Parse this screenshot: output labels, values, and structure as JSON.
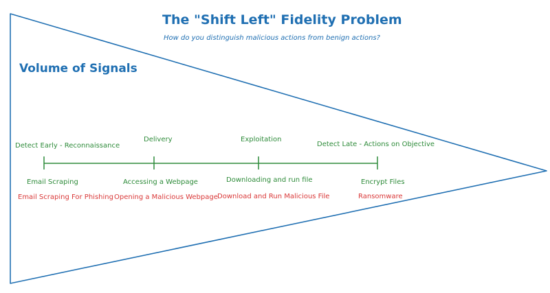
{
  "title": "The \"Shift Left\" Fidelity Problem",
  "subtitle": "How do you distinguish malicious actions from benign actions?",
  "volume_label": "Volume of Signals",
  "colors": {
    "outline": "#1f6fb2",
    "timeline": "#2e8b3a",
    "benign": "#2e8b3a",
    "malicious": "#d93838"
  },
  "stages": [
    {
      "label": "Detect Early - Reconnaissance",
      "benign": "Email Scraping",
      "malicious": "Email Scraping For Phishing"
    },
    {
      "label": "Delivery",
      "benign": "Accessing a Webpage",
      "malicious": "Opening a Malicious Webpage"
    },
    {
      "label": "Exploitation",
      "benign": "Downloading and run file",
      "malicious": "Download and Run Malicious File"
    },
    {
      "label": "Detect Late - Actions on Objective",
      "benign": "Encrypt Files",
      "malicious": "Ransomware"
    }
  ]
}
